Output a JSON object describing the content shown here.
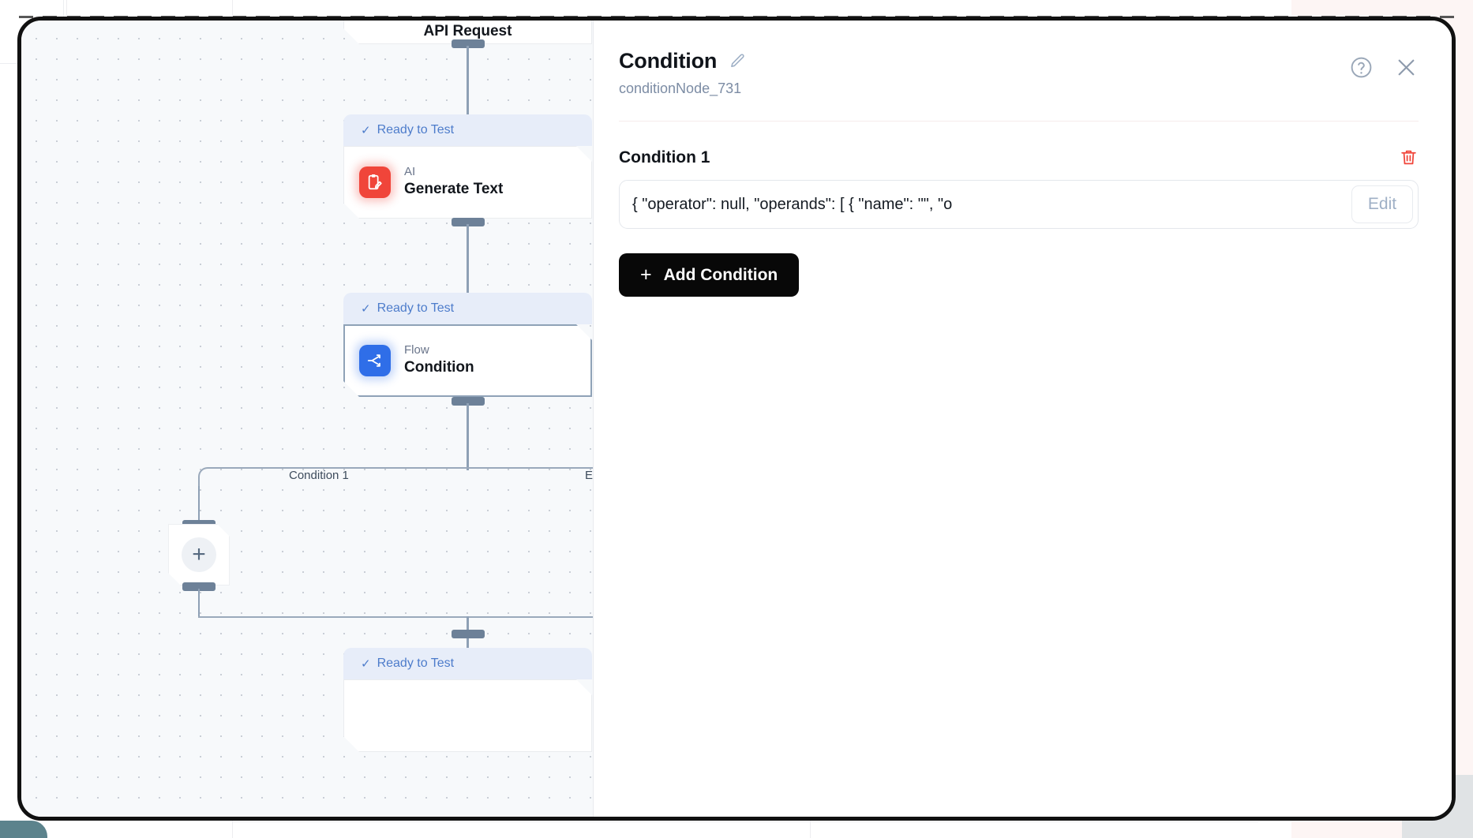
{
  "canvas": {
    "nodes": [
      {
        "id": "apiRequest",
        "status": "",
        "kind": "",
        "title": "API Request"
      },
      {
        "id": "generateText",
        "status": "Ready to Test",
        "kind": "AI",
        "title": "Generate Text",
        "icon": "ai-generate-text-icon",
        "accent": "#f0453a"
      },
      {
        "id": "conditionNode",
        "status": "Ready to Test",
        "kind": "Flow",
        "title": "Condition",
        "icon": "flow-branch-icon",
        "accent": "#2f6ee8"
      },
      {
        "id": "bottomNode",
        "status": "Ready to Test",
        "kind": "",
        "title": ""
      }
    ],
    "edge_labels": {
      "branch_left": "Condition 1",
      "branch_right": "E"
    },
    "add_node_label": "+"
  },
  "panel": {
    "title": "Condition",
    "node_id": "conditionNode_731",
    "edit_title_icon": "pencil-icon",
    "help_icon": "question-circle-icon",
    "close_icon": "close-icon",
    "condition": {
      "label": "Condition 1",
      "delete_icon": "trash-icon",
      "value": "{  \"operator\": null,  \"operands\": [    {     \"name\": \"\",    \"o",
      "edit_label": "Edit"
    },
    "add_condition_label": "Add Condition",
    "add_condition_plus": "+"
  },
  "colors": {
    "accent_blue": "#2f6ee8",
    "status_blue": "#4d7ccb",
    "status_bg": "#e7edf9",
    "danger_red": "#f0453a",
    "canvas_bg": "#f7f9fb",
    "frame": "#111111"
  }
}
